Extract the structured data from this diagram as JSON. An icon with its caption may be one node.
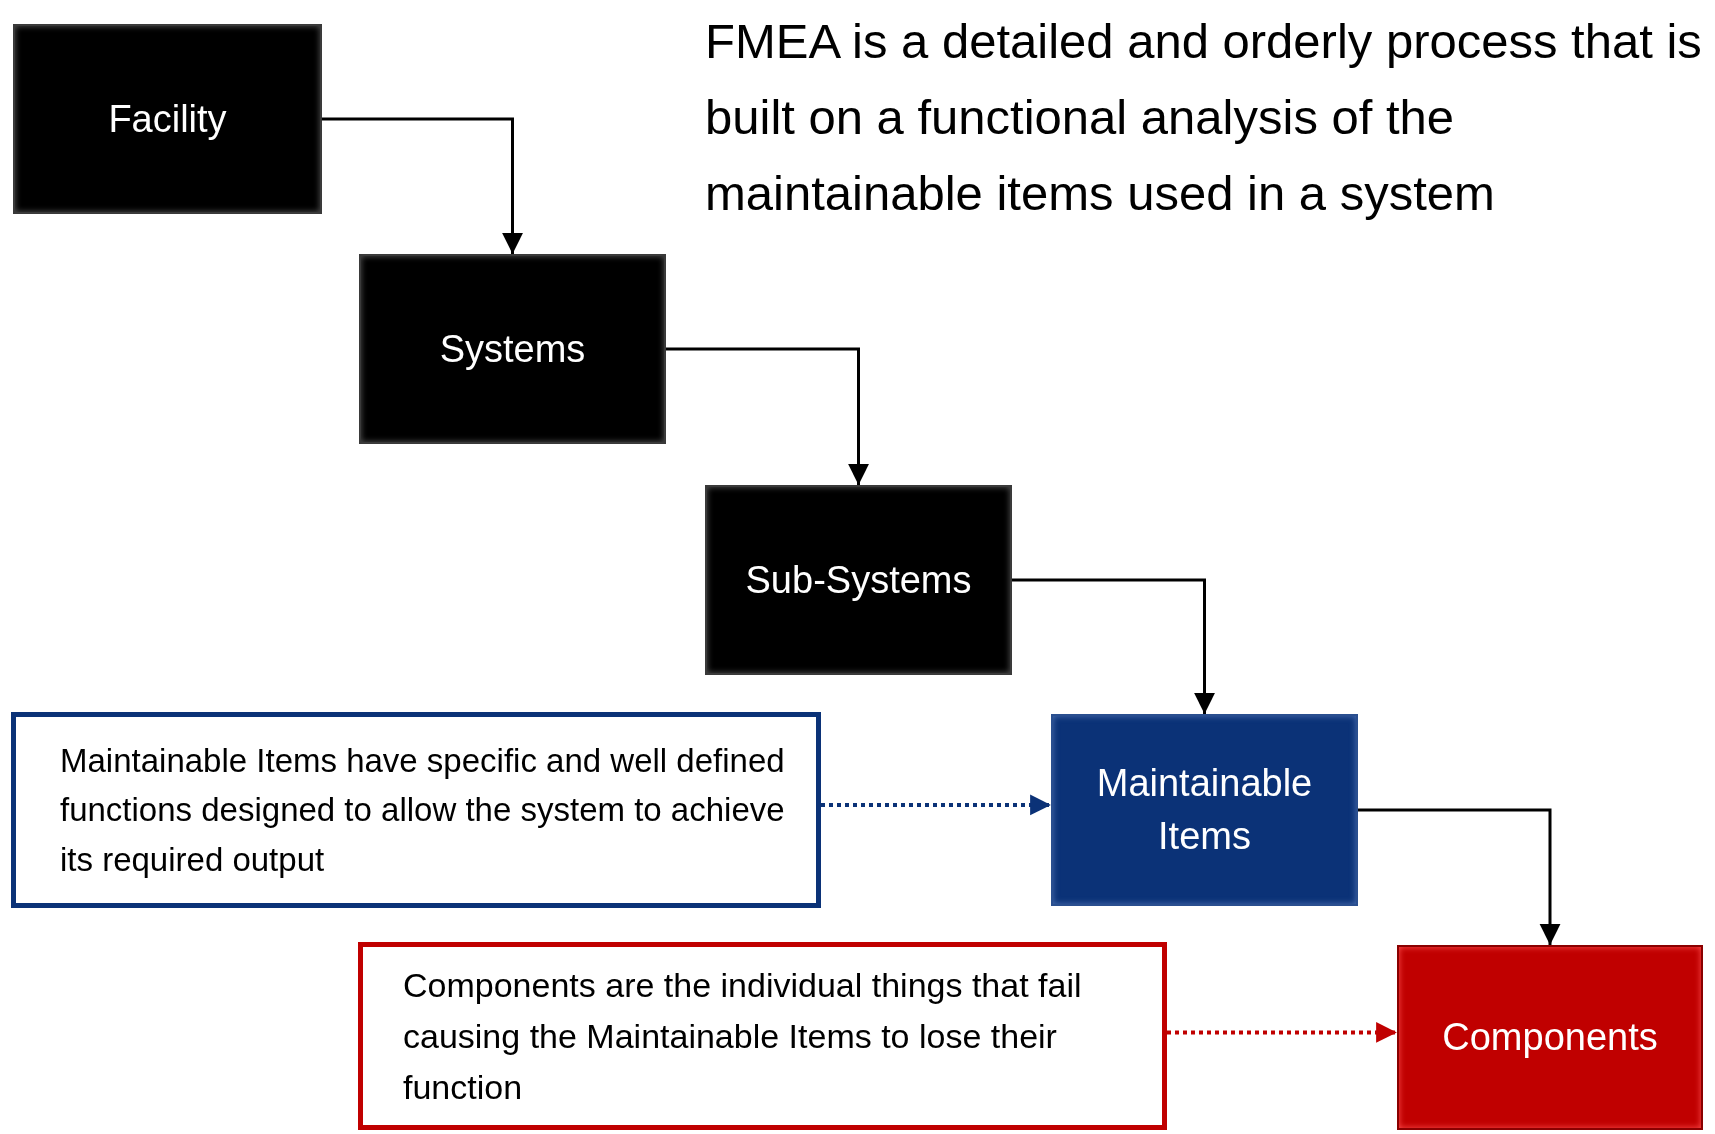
{
  "diagram": {
    "title": "FMEA is a detailed and orderly process that is built on a functional analysis of the maintainable items used in a system",
    "nodes": [
      {
        "text": [
          "Facility"
        ]
      },
      {
        "text": [
          "Systems"
        ]
      },
      {
        "text": [
          "Sub-Systems"
        ]
      },
      {
        "text": [
          "Maintainable Items"
        ]
      },
      {
        "text": [
          "Components"
        ]
      },
      {
        "text": [
          "Maintainable Items have specific and well defined functions designed to allow the system to achieve its required output"
        ]
      },
      {
        "text": [
          "Components are the individual things that fail causing the Maintainable Items to lose their function"
        ]
      }
    ],
    "edges": [
      {
        "from": 0,
        "to": 1,
        "arrow": "to"
      },
      {
        "from": 1,
        "to": 2,
        "arrow": "to"
      },
      {
        "from": 2,
        "to": 3,
        "arrow": "to"
      },
      {
        "from": 3,
        "to": 4,
        "arrow": "to"
      },
      {
        "from": 5,
        "to": 3,
        "arrow": "to",
        "style": "dashed",
        "color": "#0b3277"
      },
      {
        "from": 6,
        "to": 4,
        "arrow": "to",
        "style": "dashed",
        "color": "#c00000"
      }
    ]
  }
}
